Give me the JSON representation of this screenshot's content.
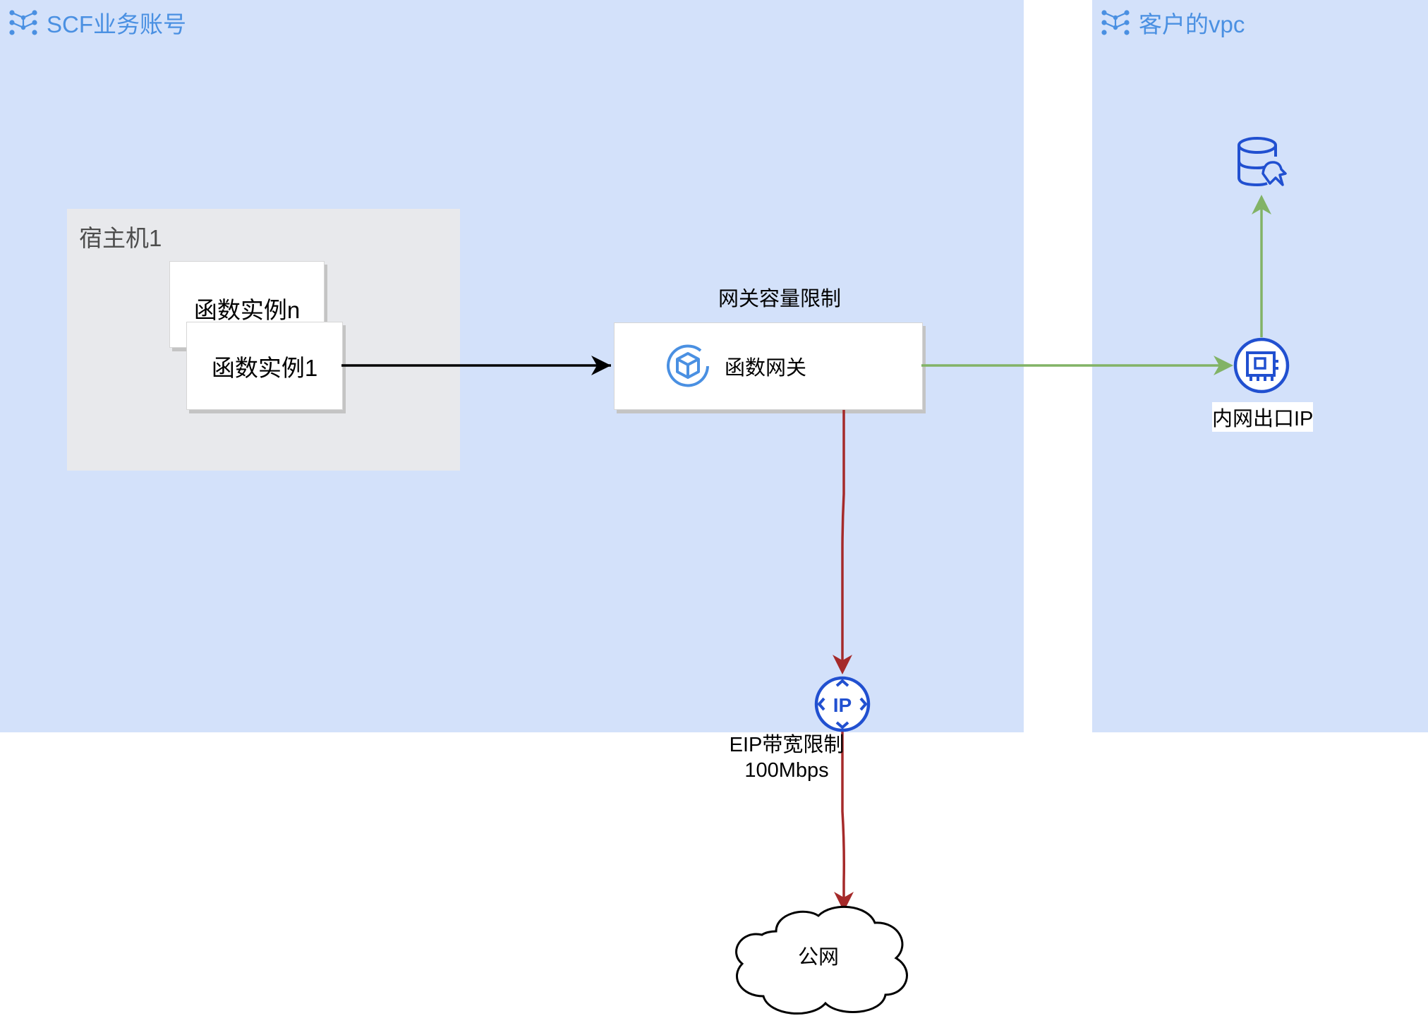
{
  "zones": {
    "scf_account": {
      "title": "SCF业务账号"
    },
    "customer_vpc": {
      "title": "客户的vpc"
    }
  },
  "host": {
    "title": "宿主机1",
    "instances": [
      {
        "label": "函数实例n"
      },
      {
        "label": "函数实例1"
      }
    ]
  },
  "gateway": {
    "caption": "网关容量限制",
    "label": "函数网关"
  },
  "private_egress": {
    "label": "内网出口IP"
  },
  "eip": {
    "line1": "EIP带宽限制",
    "line2": "100Mbps"
  },
  "public_net": {
    "label": "公网"
  },
  "colors": {
    "zone_fill": "#d3e1fa",
    "host_fill": "#e8e9ec",
    "accent_blue": "#4a90e2",
    "icon_blue": "#2150d0",
    "arrow_black": "#000000",
    "arrow_green": "#82b366",
    "arrow_red": "#a52a2a"
  }
}
